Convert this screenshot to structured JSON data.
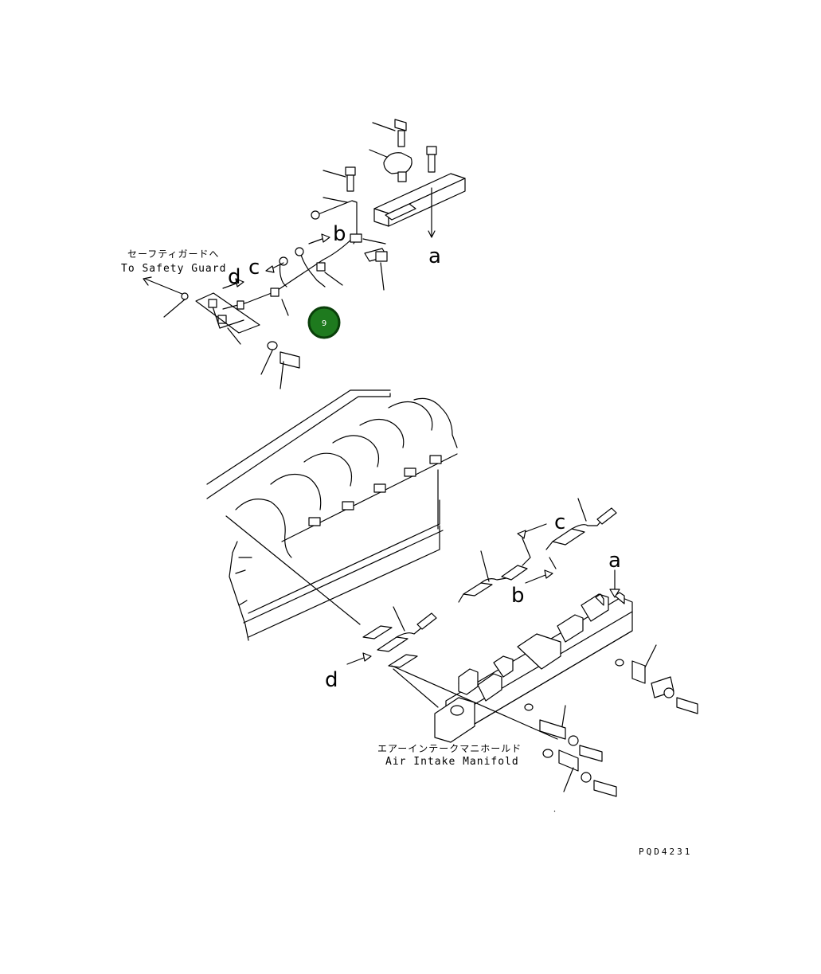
{
  "labels": {
    "safety_guard_jp": "セーフティガードへ",
    "safety_guard_en": "To Safety Guard",
    "manifold_jp": "エアーインテークマニホールド",
    "manifold_en": "Air Intake Manifold",
    "drawing_code": "PQD4231"
  },
  "callout_letters": {
    "a_top": "a",
    "b_top": "b",
    "c_top": "c",
    "d_top": "d",
    "a_bottom": "a",
    "b_bottom": "b",
    "c_bottom": "c",
    "d_bottom": "d"
  },
  "badge": {
    "number": "9",
    "color": "#1e7a1e",
    "ring": "#0a3f0a"
  },
  "line_color": "#000000"
}
